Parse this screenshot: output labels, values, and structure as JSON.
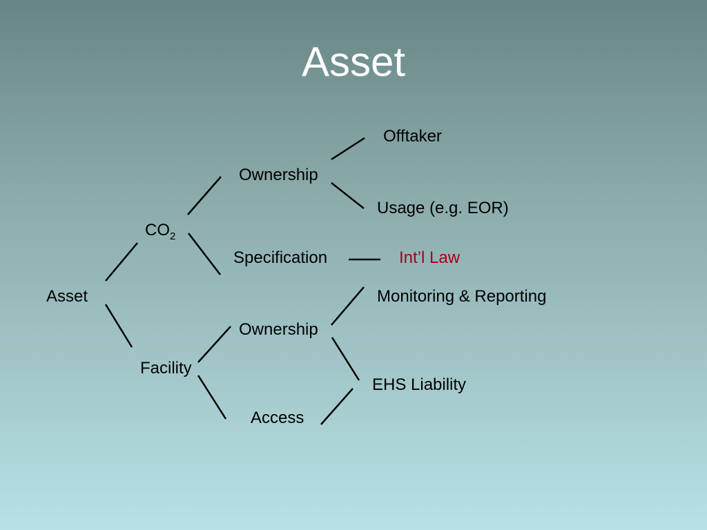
{
  "slide": {
    "title": "Asset"
  },
  "diagram": {
    "root": "Asset",
    "co2": {
      "label_main": "CO",
      "label_sub": "2"
    },
    "facility": "Facility",
    "co2_ownership": "Ownership",
    "specification": "Specification",
    "offtaker": "Offtaker",
    "usage": "Usage (e.g. EOR)",
    "intl_law": "Int’l Law",
    "monitoring": "Monitoring & Reporting",
    "facility_ownership": "Ownership",
    "access": "Access",
    "ehs_liability": "EHS Liability"
  },
  "colors": {
    "title": "#ffffff",
    "highlight": "#a3001f",
    "background_top": "#678585",
    "background_bottom": "#b7e1e5"
  }
}
